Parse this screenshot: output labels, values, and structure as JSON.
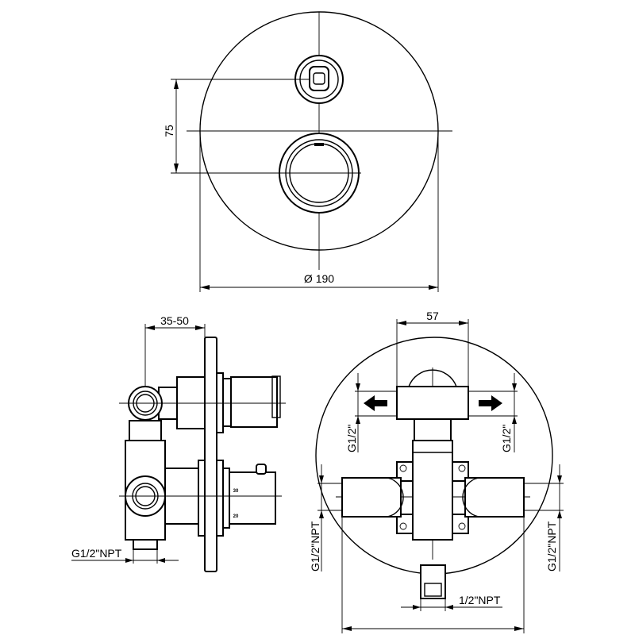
{
  "front_view": {
    "dim_height": "75",
    "dim_diameter": "Ø 190"
  },
  "side_view": {
    "dim_depth": "35-50",
    "dim_inlet": "G1/2\"NPT",
    "scale_marks": [
      "30",
      "20"
    ]
  },
  "back_view": {
    "dim_width": "57",
    "outlet_left": "G1/2\"",
    "outlet_right": "G1/2\"",
    "inlet_left": "G1/2\"NPT",
    "inlet_right": "G1/2\"NPT",
    "bottom_outlet": "1/2\"NPT"
  }
}
